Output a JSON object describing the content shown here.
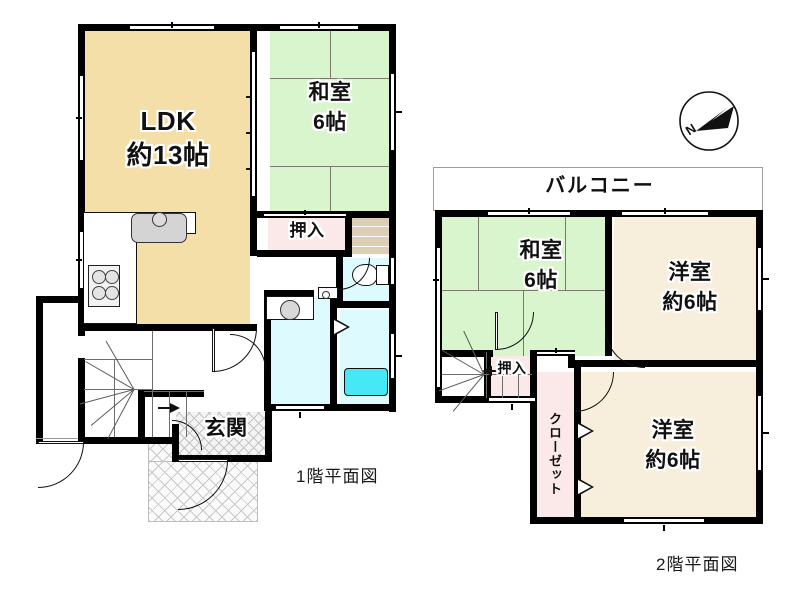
{
  "document": {
    "type": "real-estate-floor-plan",
    "floors": [
      {
        "id": "floor1",
        "title": "1階平面図"
      },
      {
        "id": "floor2",
        "title": "2階平面図"
      }
    ]
  },
  "compass": {
    "name": "north-arrow",
    "letter": "N"
  },
  "floor1": {
    "title": "1階平面図",
    "rooms": [
      {
        "key": "ldk",
        "name": "LDK",
        "area": "約13帖",
        "color": "#f5dfa8"
      },
      {
        "key": "washitsu",
        "name": "和室",
        "area": "6帖",
        "color": "#d8f5ce"
      },
      {
        "key": "oshiire",
        "name": "押入",
        "area": "",
        "color": "#fbe9e9"
      },
      {
        "key": "genkan",
        "name": "玄関",
        "area": "",
        "color": "#f2f2f2"
      }
    ],
    "fixtures": [
      {
        "name": "kitchen-sink"
      },
      {
        "name": "gas-stove"
      },
      {
        "name": "toilet"
      },
      {
        "name": "washbasin"
      },
      {
        "name": "bathtub"
      },
      {
        "name": "washing-machine-space"
      },
      {
        "name": "staircase"
      },
      {
        "name": "entrance-tile"
      }
    ]
  },
  "floor2": {
    "title": "2階平面図",
    "rooms": [
      {
        "key": "balcony",
        "name": "バルコニー",
        "area": "",
        "color": "#ffffff"
      },
      {
        "key": "washitsu",
        "name": "和室",
        "area": "6帖",
        "color": "#d8f5ce"
      },
      {
        "key": "yoshitsu1",
        "name": "洋室",
        "area": "約6帖",
        "color": "#f7efdc"
      },
      {
        "key": "yoshitsu2",
        "name": "洋室",
        "area": "約6帖",
        "color": "#f7efdc"
      },
      {
        "key": "oshiire",
        "name": "押入",
        "area": "",
        "color": "#fbe9e9"
      },
      {
        "key": "closet",
        "name": "クローゼット",
        "area": "",
        "color": "#fbe9e9"
      }
    ],
    "fixtures": [
      {
        "name": "staircase"
      }
    ]
  },
  "colors": {
    "ldk_fill": "#f5dfa8",
    "tatami_fill": "#d8f5ce",
    "western_fill": "#f7efdc",
    "water_fill": "#ddfbff",
    "closet_fill": "#fbe9e9",
    "tub_fill": "#46e8f5",
    "wall": "#000000",
    "tansu_fill": "#ddcfb6"
  }
}
